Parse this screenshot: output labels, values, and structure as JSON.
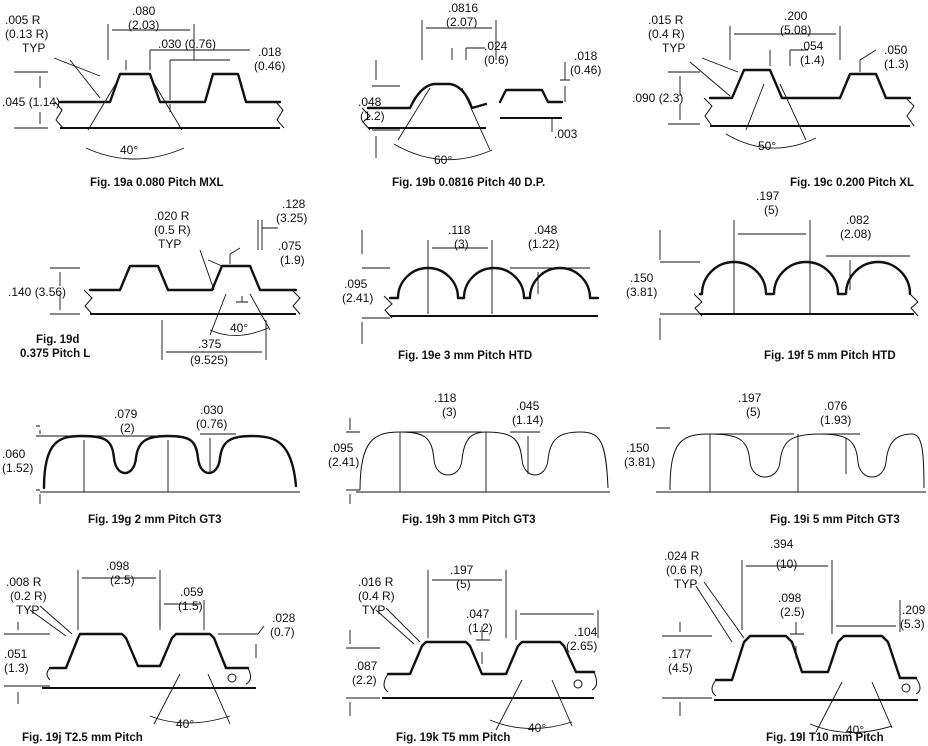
{
  "figures": [
    {
      "id": "19a",
      "caption": "Fig. 19a  0.080 Pitch MXL",
      "labels": {
        "r1": ".005 R",
        "r2": "(0.13 R)",
        "r3": "TYP",
        "h1": ".045 (1.14)",
        "p1": ".080",
        "p2": "(2.03)",
        "w1": ".030 (0.76)",
        "d1": ".018",
        "d2": "(0.46)",
        "ang": "40°"
      }
    },
    {
      "id": "19b",
      "caption": "Fig. 19b  0.0816 Pitch 40 D.P.",
      "labels": {
        "p1": ".0816",
        "p2": "(2.07)",
        "w1": ".024",
        "w2": "(0.6)",
        "d1": ".018",
        "d2": "(0.46)",
        "h1": ".048",
        "h2": "(1.2)",
        "x1": ".003",
        "ang": "60°"
      }
    },
    {
      "id": "19c",
      "caption": "Fig. 19c  0.200 Pitch XL",
      "labels": {
        "r1": ".015 R",
        "r2": "(0.4 R)",
        "r3": "TYP",
        "p1": ".200",
        "p2": "(5.08)",
        "w1": ".054",
        "w2": "(1.4)",
        "d1": ".050",
        "d2": "(1.3)",
        "h1": ".090 (2.3)",
        "ang": "50°"
      }
    },
    {
      "id": "19d",
      "caption": "Fig. 19d",
      "caption2": "0.375 Pitch L",
      "labels": {
        "r1": ".020 R",
        "r2": "(0.5 R)",
        "r3": "TYP",
        "w1": ".128",
        "w2": "(3.25)",
        "d1": ".075",
        "d2": "(1.9)",
        "h1": ".140 (3.56)",
        "ang": "40°",
        "p1": ".375",
        "p2": "(9.525)"
      }
    },
    {
      "id": "19e",
      "caption": "Fig. 19e  3 mm Pitch HTD",
      "labels": {
        "p1": ".118",
        "p2": "(3)",
        "d1": ".048",
        "d2": "(1.22)",
        "h1": ".095",
        "h2": "(2.41)"
      }
    },
    {
      "id": "19f",
      "caption": "Fig. 19f  5 mm Pitch HTD",
      "labels": {
        "p1": ".197",
        "p2": "(5)",
        "d1": ".082",
        "d2": "(2.08)",
        "h1": ".150",
        "h2": "(3.81)"
      }
    },
    {
      "id": "19g",
      "caption": "Fig. 19g  2 mm Pitch GT3",
      "labels": {
        "p1": ".079",
        "p2": "(2)",
        "d1": ".030",
        "d2": "(0.76)",
        "h1": ".060",
        "h2": "(1.52)"
      }
    },
    {
      "id": "19h",
      "caption": "Fig. 19h  3 mm Pitch GT3",
      "labels": {
        "p1": ".118",
        "p2": "(3)",
        "d1": ".045",
        "d2": "(1.14)",
        "h1": ".095",
        "h2": "(2.41)"
      }
    },
    {
      "id": "19i",
      "caption": "Fig. 19i  5 mm Pitch GT3",
      "labels": {
        "p1": ".197",
        "p2": "(5)",
        "d1": ".076",
        "d2": "(1.93)",
        "h1": ".150",
        "h2": "(3.81)"
      }
    },
    {
      "id": "19j",
      "caption": "Fig. 19j  T2.5 mm Pitch",
      "labels": {
        "r1": ".008 R",
        "r2": "(0.2 R)",
        "r3": "TYP",
        "p1": ".098",
        "p2": "(2.5)",
        "w1": ".059",
        "w2": "(1.5)",
        "d1": ".028",
        "d2": "(0.7)",
        "h1": ".051",
        "h2": "(1.3)",
        "ang": "40°"
      }
    },
    {
      "id": "19k",
      "caption": "Fig. 19k  T5 mm Pitch",
      "labels": {
        "r1": ".016 R",
        "r2": "(0.4 R)",
        "r3": "TYP",
        "p1": ".197",
        "p2": "(5)",
        "w1": ".047",
        "w2": "(1.2)",
        "d1": ".104",
        "d2": "(2.65)",
        "h1": ".087",
        "h2": "(2.2)",
        "ang": "40°"
      }
    },
    {
      "id": "19l",
      "caption": "Fig. 19l  T10 mm Pitch",
      "labels": {
        "r1": ".024 R",
        "r2": "(0.6 R)",
        "r3": "TYP",
        "p1": ".394",
        "p2": "(10)",
        "w1": ".098",
        "w2": "(2.5)",
        "d1": ".209",
        "d2": "(5.3)",
        "h1": ".177",
        "h2": "(4.5)",
        "ang": "40°"
      }
    }
  ]
}
